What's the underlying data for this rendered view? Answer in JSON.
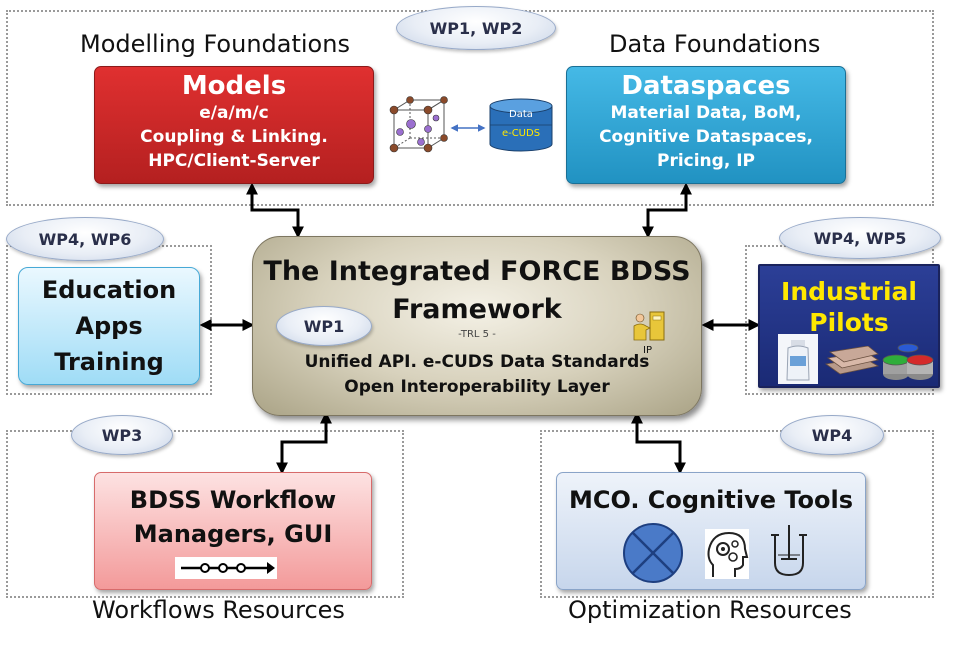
{
  "top_left": {
    "section_title": "Modelling Foundations"
  },
  "top_right": {
    "section_title": "Data Foundations"
  },
  "ovals": {
    "top": "WP1, WP2",
    "left": "WP4, WP6",
    "right": "WP4, WP5",
    "bottom_left": "WP3",
    "bottom_right": "WP4",
    "center": "WP1"
  },
  "models": {
    "title": "Models",
    "lines": [
      "e/a/m/c",
      "Coupling & Linking.",
      "HPC/Client-Server"
    ]
  },
  "database_icon": {
    "top_label": "Data",
    "bottom_label": "e-CUDS"
  },
  "dataspaces": {
    "title": "Dataspaces",
    "lines": [
      "Material Data, BoM,",
      "Cognitive Dataspaces,",
      "Pricing, IP"
    ]
  },
  "education": {
    "lines": [
      "Education",
      "Apps",
      "Training"
    ]
  },
  "center": {
    "title_line1": "The Integrated FORCE BDSS",
    "title_line2": "Framework",
    "trl": "-TRL 5 -",
    "ip_label": "IP",
    "line1": "Unified API. e-CUDS Data Standards",
    "line2": "Open Interoperability Layer"
  },
  "pilots": {
    "lines": [
      "Industrial",
      "Pilots"
    ]
  },
  "bdss": {
    "lines": [
      "BDSS Workflow",
      "Managers, GUI"
    ]
  },
  "mco": {
    "title": "MCO. Cognitive Tools"
  },
  "bottom_left": {
    "section_title": "Workflows Resources"
  },
  "bottom_right": {
    "section_title": "Optimization Resources"
  },
  "colors": {
    "models_red": "#c42525",
    "dataspaces_blue": "#2ea6d6",
    "pilots_navy": "#22348a",
    "pilots_text_yellow": "#ffe800",
    "bdss_pink": "#f6b4b4",
    "mco_blue": "#d6e2f2"
  }
}
